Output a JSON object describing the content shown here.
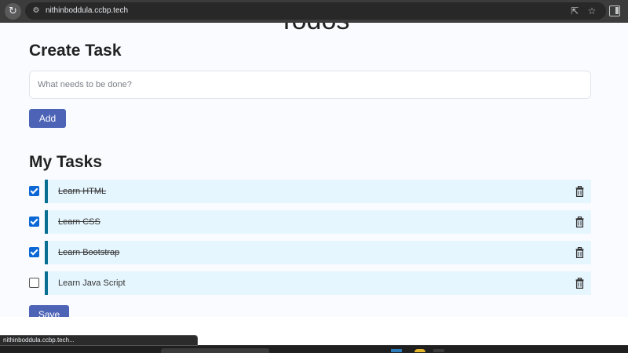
{
  "browser": {
    "url": "nithinboddula.ccbp.tech",
    "reload_icon": "reload-icon",
    "share_icon": "share-icon",
    "bookmark_icon": "star-icon",
    "side_panel_icon": "side-panel-icon"
  },
  "page": {
    "main_heading": "Todos",
    "create_heading_bold": "Create",
    "create_heading_rest": " Task",
    "input_placeholder": "What needs to be done?",
    "input_value": "",
    "add_button": "Add",
    "tasks_heading_bold": "My",
    "tasks_heading_rest": " Tasks",
    "save_button": "Save",
    "tasks": [
      {
        "label": "Learn HTML",
        "checked": true
      },
      {
        "label": "Learn CSS",
        "checked": true
      },
      {
        "label": "Learn Bootstrap",
        "checked": true
      },
      {
        "label": "Learn Java Script",
        "checked": false
      }
    ]
  },
  "status_bar": {
    "text": "nithinboddula.ccbp.tech..."
  },
  "colors": {
    "accent_button": "#4c63b6",
    "task_card_bg": "#e6f6fe",
    "task_card_border": "#096f92",
    "checkbox_checked": "#0b67d6",
    "page_bg": "#f9fbfe"
  }
}
